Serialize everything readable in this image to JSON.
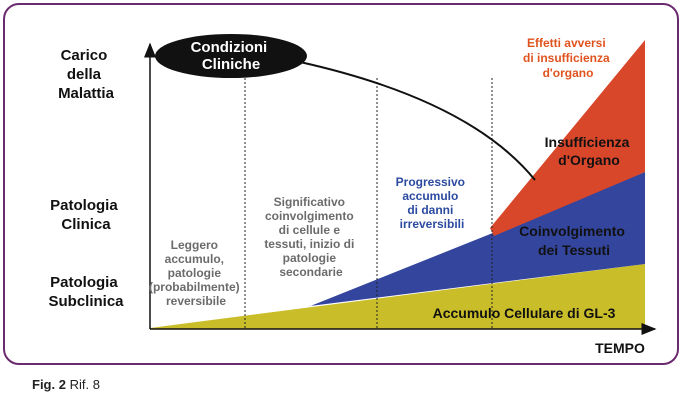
{
  "diagram": {
    "y_labels": {
      "carico": [
        "Carico",
        "della",
        "Malattia"
      ],
      "patologia_clinica": [
        "Patologia",
        "Clinica"
      ],
      "patologia_subclinica": [
        "Patologia",
        "Subclinica"
      ]
    },
    "x_label": "TEMPO",
    "bubble": [
      "Condizioni",
      "Cliniche"
    ],
    "phases": {
      "phase1": [
        "Leggero",
        "accumulo,",
        "patologie",
        "(probabilmente)",
        "reversibile"
      ],
      "phase2": [
        "Significativo",
        "coinvolgimento",
        "di cellule e",
        "tessuti, inizio di",
        "patologie",
        "secondarie"
      ],
      "phase3": [
        "Progressivo",
        "accumulo",
        "di danni",
        "irreversibili"
      ],
      "phase4": [
        "Effetti avversi",
        "di insufficienza",
        "d'organo"
      ]
    },
    "areas": {
      "accumulo": "Accumulo Cellulare di GL-3",
      "tessuti": [
        "Coinvolgimento",
        "dei Tessuti"
      ],
      "organo": [
        "Insufficienza",
        "d'Organo"
      ]
    },
    "colors": {
      "frame": "#6a2a6e",
      "yellow": "#c9bd2a",
      "blue": "#33459c",
      "red": "#d9472b",
      "blue_text": "#2c4aa0",
      "orange_text": "#e0531f",
      "gray_text": "#6b6b6b"
    }
  },
  "caption": {
    "label": "Fig. 2",
    "text": "Rif. 8"
  }
}
